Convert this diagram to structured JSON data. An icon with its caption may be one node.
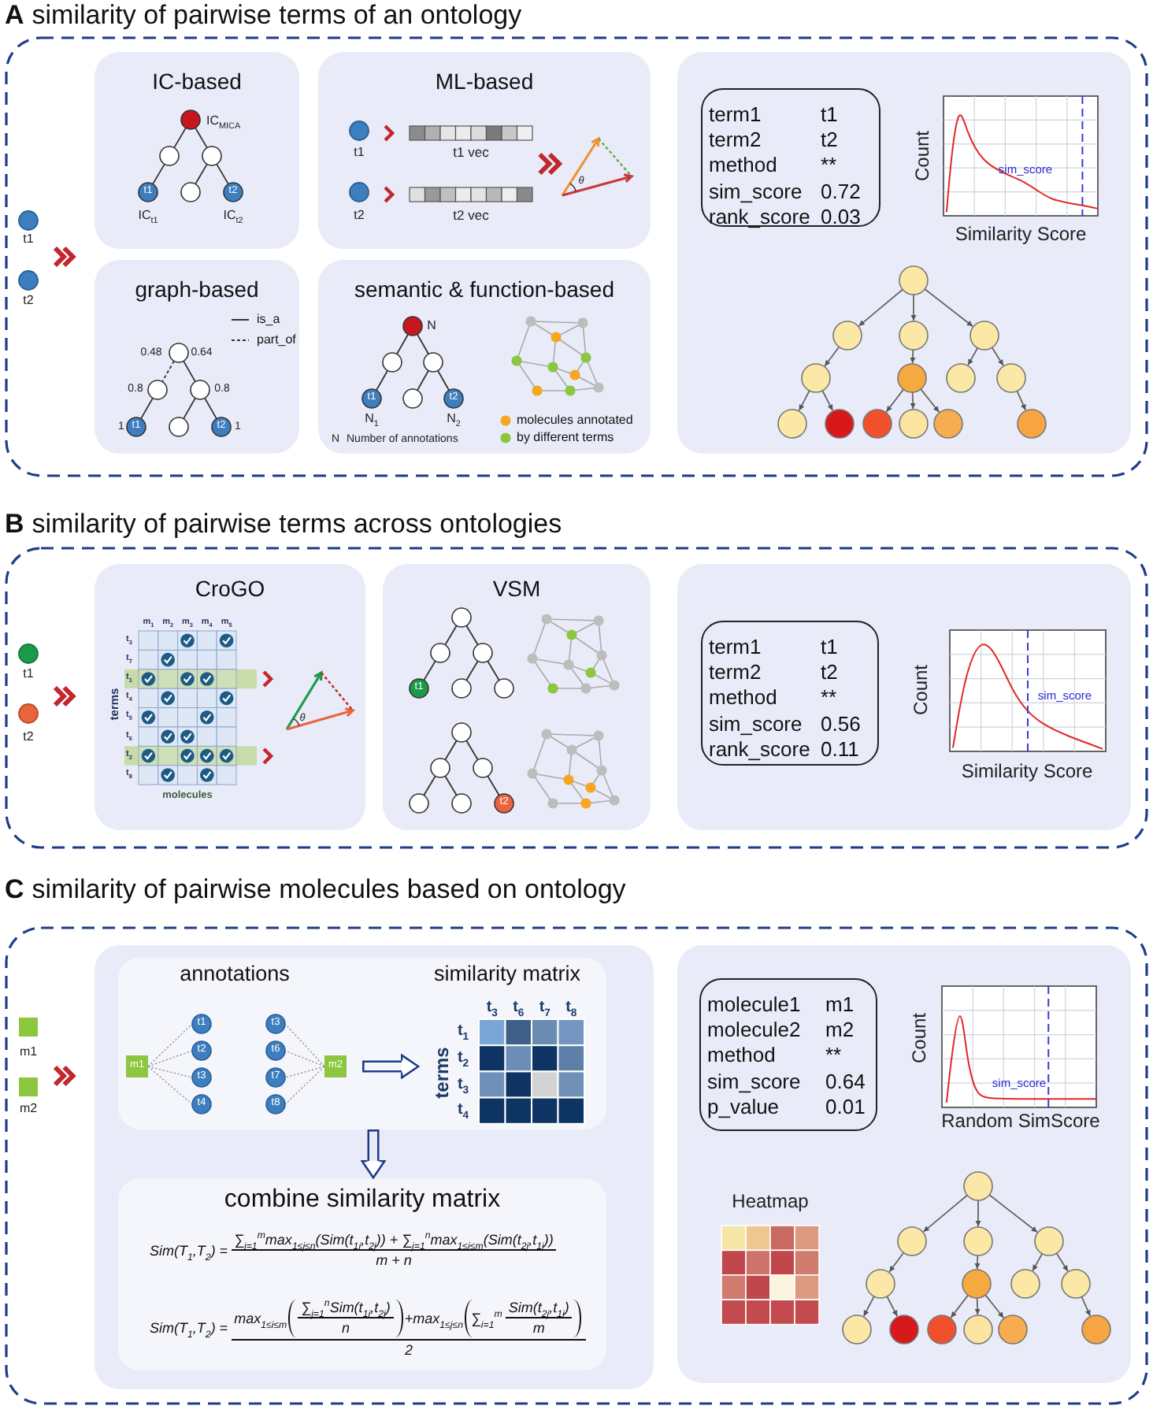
{
  "diagram": {
    "nodes": [
      {
        "text": [
          "A",
          "similarity of pairwise terms of an ontology"
        ]
      },
      {
        "text": [
          "IC-based"
        ],
        "in": 0
      },
      {
        "text": [
          "ML-based"
        ],
        "in": 0
      },
      {
        "text": [
          "graph-based"
        ],
        "in": 0
      },
      {
        "text": [
          "semantic & function-based"
        ],
        "in": 0
      },
      {
        "text": [],
        "shape": "box",
        "in": 0
      },
      {
        "text": [
          "term1",
          "t1",
          "term2",
          "t2",
          "method",
          "**",
          "sim_score",
          "0.72",
          "rank_score",
          "0.03"
        ],
        "in": 5
      },
      {
        "text": [
          "B",
          "similarity of pairwise terms across ontologies"
        ]
      },
      {
        "text": [
          "CroGO"
        ],
        "in": 7
      },
      {
        "text": [
          "VSM"
        ],
        "in": 7
      },
      {
        "text": [],
        "shape": "box",
        "in": 7
      },
      {
        "text": [
          "term1",
          "t1",
          "term2",
          "t2",
          "method",
          "**",
          "sim_score",
          "0.56",
          "rank_score",
          "0.11"
        ],
        "in": 10
      },
      {
        "text": [
          "C",
          "similarity of pairwise molecules based on ontology"
        ]
      },
      {
        "text": [],
        "shape": "box",
        "in": 12
      },
      {
        "text": [],
        "shape": "box",
        "in": 13
      },
      {
        "text": [
          "annotations"
        ],
        "in": 14
      },
      {
        "text": [
          "similarity matrix"
        ],
        "in": 14
      },
      {
        "text": [
          "combine similarity matrix",
          "Sim(T$_{1}$,T$_{2}$) =",
          "∑$_{i=1}$$^{m}$max$_{1≤j≤n}$(Sim(t$_{1i}$,t$_{2j}$)) + ∑$_{j=1}$$^{n}$max$_{1≤i≤m}$(Sim(t$_{2j}$,t$_{1i}$))",
          "m + n",
          "Sim(T$_{1}$,T$_{2}$) =",
          "max$_{1≤i≤m}$",
          "∑$_{j=1}$$^{n}$Sim(t$_{1i}$,t$_{2j}$)",
          "n",
          "+max$_{1≤j≤n}$",
          "∑$_{i=1}$$^{m}$",
          "Sim(t$_{2j}$,t$_{1i}$)",
          "m",
          "2"
        ],
        "in": 13
      },
      {
        "text": [],
        "shape": "box",
        "in": 12
      },
      {
        "text": [
          "molecule1",
          "m1",
          "molecule2",
          "m2",
          "method",
          "**",
          "sim_score",
          "0.64",
          "p_value",
          "0.01"
        ],
        "in": 18
      }
    ],
    "edges": [
      {
        "from": 15,
        "to": 16,
        "arrow": "to"
      },
      {
        "from": 14,
        "to": 17,
        "arrow": "to"
      }
    ],
    "labels": [
      "t1",
      "t2",
      "IC$_{MICA}$",
      "t1",
      "t2",
      "IC$_{t1}$",
      "IC$_{t2}$",
      "t1",
      "t1 vec",
      "t2",
      "t2 vec",
      "θ",
      "0.48",
      "0.64",
      "0.8",
      "0.8",
      "1",
      "t1",
      "t2",
      "1",
      "N",
      "t1",
      "t2",
      "N$_{1}$",
      "N$_{2}$",
      "N",
      "Number of annotations",
      "Count",
      "sim_score",
      "Similarity Score",
      "t1",
      "t2",
      "m$_{1}$",
      "m$_{2}$",
      "m$_{3}$",
      "m$_{4}$",
      "m$_{5}$",
      "t$_{3}$",
      "t$_{7}$",
      "t$_{1}$",
      "t$_{4}$",
      "t$_{5}$",
      "t$_{6}$",
      "t$_{2}$",
      "t$_{8}$",
      "terms",
      "molecules",
      "θ",
      "t1",
      "t2",
      "Count",
      "sim_score",
      "Similarity Score",
      "m1",
      "m2",
      "m1",
      "t1",
      "t2",
      "t3",
      "t4",
      "t3",
      "t6",
      "t7",
      "t8",
      "m2",
      "t$_{3}$",
      "t$_{6}$",
      "t$_{7}$",
      "t$_{8}$",
      "t$_{1}$",
      "t$_{2}$",
      "t$_{3}$",
      "t$_{4}$",
      "terms",
      "Count",
      "sim_score",
      "Random SimScore",
      "Heatmap"
    ],
    "legend": [
      {
        "text": "is_a"
      },
      {
        "text": "part_of"
      },
      {
        "text": "molecules annotated",
        "color": "#f5a623"
      },
      {
        "text": "by different terms",
        "color": "#8cc63f"
      }
    ]
  }
}
